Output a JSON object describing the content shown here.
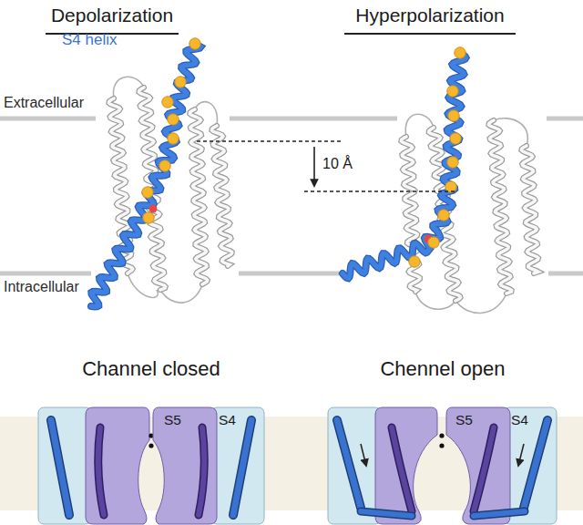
{
  "diagram": {
    "nodes": [
      {
        "text": [
          "S5"
        ]
      },
      {
        "text": [
          "S4"
        ]
      },
      {
        "text": [
          "S5"
        ]
      },
      {
        "text": [
          "S4"
        ]
      }
    ],
    "labels": [
      "Depolarization",
      "Hyperpolarization",
      "S4 helix",
      "Extracellular",
      "Intracellular",
      "10 Å",
      "Channel closed",
      "Chennel open"
    ]
  }
}
